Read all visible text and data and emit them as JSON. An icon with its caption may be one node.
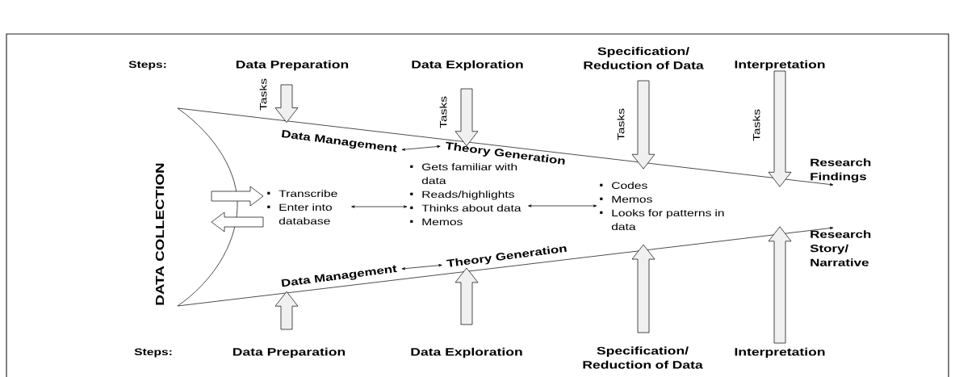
{
  "diagram": {
    "nodes": [
      {
        "text": [
          "Transcribe",
          "Enter into database"
        ]
      },
      {
        "text": [
          "Gets familiar with data",
          "Reads/highlights",
          "Thinks about data",
          "Memos"
        ]
      },
      {
        "text": [
          "Codes",
          "Memos",
          "Looks for patterns in data"
        ]
      },
      {
        "text": [
          "Data Management"
        ]
      },
      {
        "text": [
          "Theory Generation"
        ]
      },
      {
        "text": [
          "Data Management"
        ]
      },
      {
        "text": [
          "Theory Generation"
        ]
      },
      {
        "text": [
          "Research Findings"
        ]
      },
      {
        "text": [
          "Research Story/ Narrative"
        ]
      },
      {
        "text": [
          "DATA COLLECTION"
        ]
      },
      {
        "text": [
          "Data Preparation"
        ]
      },
      {
        "text": [
          "Data Exploration"
        ]
      },
      {
        "text": [
          "Specification/ Reduction of Data"
        ]
      },
      {
        "text": [
          "Interpretation"
        ]
      },
      {
        "text": [
          "Data Preparation"
        ]
      },
      {
        "text": [
          "Data Exploration"
        ]
      },
      {
        "text": [
          "Specification/ Reduction of Data"
        ]
      },
      {
        "text": [
          "Interpretation"
        ]
      }
    ],
    "edges": [
      {
        "from": 0,
        "to": 1,
        "arrow": "both"
      },
      {
        "from": 1,
        "to": 2,
        "arrow": "both"
      },
      {
        "from": 3,
        "to": 4,
        "arrow": "both"
      },
      {
        "from": 5,
        "to": 6,
        "arrow": "both"
      },
      {
        "from": 9,
        "to": 7,
        "arrow": "to"
      },
      {
        "from": 9,
        "to": 8,
        "arrow": "to"
      },
      {
        "from": 9,
        "to": 0,
        "arrow": "to"
      },
      {
        "from": 0,
        "to": 9,
        "arrow": "to"
      },
      {
        "from": 10,
        "to": 3,
        "arrow": "to"
      },
      {
        "from": 11,
        "to": 4,
        "arrow": "to"
      },
      {
        "from": 12,
        "to": null,
        "arrow": "to"
      },
      {
        "from": 13,
        "to": null,
        "arrow": "to"
      },
      {
        "from": 14,
        "to": 5,
        "arrow": "to"
      },
      {
        "from": 15,
        "to": 6,
        "arrow": "to"
      },
      {
        "from": 16,
        "to": null,
        "arrow": "to"
      },
      {
        "from": 17,
        "to": null,
        "arrow": "to"
      }
    ],
    "labels": [
      "Steps:",
      "Tasks",
      "Tasks",
      "Tasks",
      "Tasks",
      "Steps:"
    ]
  }
}
